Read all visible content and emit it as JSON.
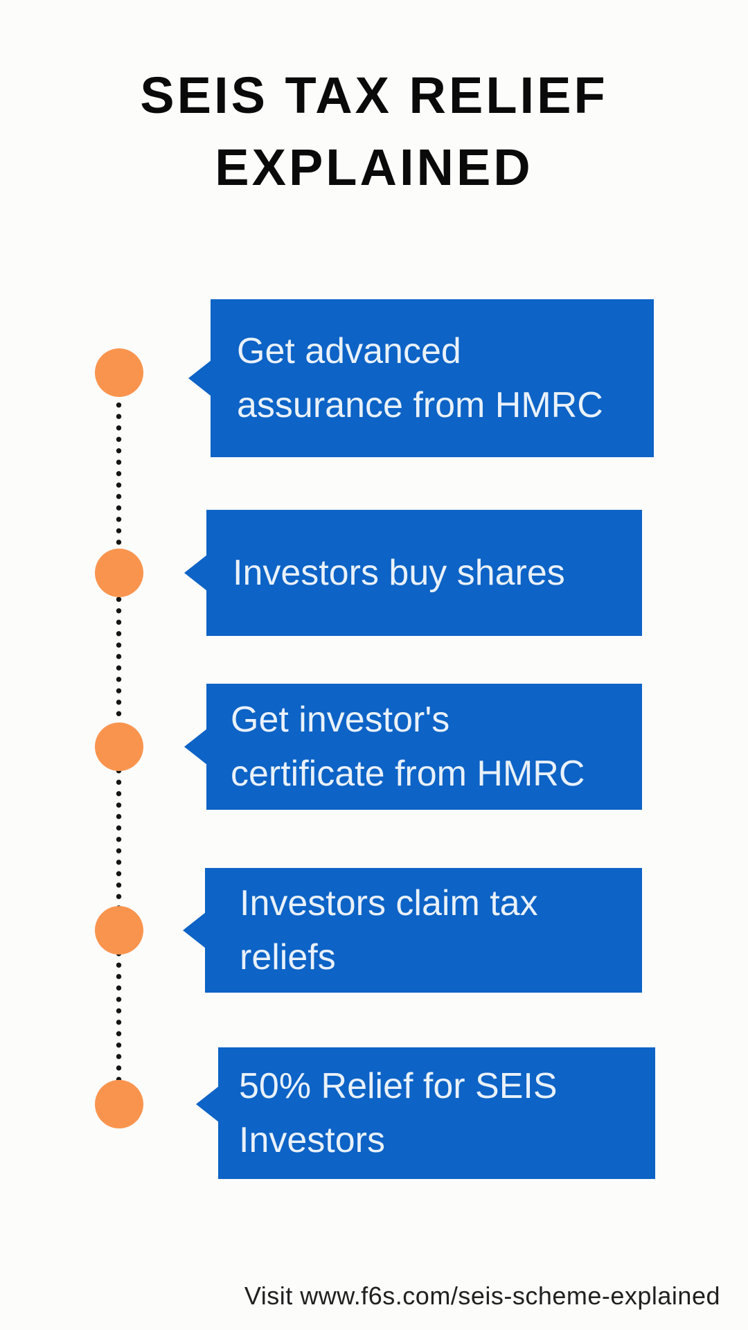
{
  "page": {
    "background": "#FCFCFB"
  },
  "title": {
    "line1": "SEIS TAX RELIEF",
    "line2": "EXPLAINED",
    "color": "#0A0A0A"
  },
  "colors": {
    "box_blue": "#0D63C6",
    "box_text": "#E9F1F9",
    "dot_orange": "#F9944E",
    "timeline_dotted_line": "#151515"
  },
  "steps": [
    {
      "lines": [
        "Get advanced",
        "assurance from HMRC"
      ]
    },
    {
      "lines": [
        "Investors buy shares"
      ]
    },
    {
      "lines": [
        "Get investor's",
        "certificate from HMRC"
      ]
    },
    {
      "lines": [
        "Investors claim tax",
        "reliefs"
      ]
    },
    {
      "lines": [
        "50% Relief for SEIS",
        "Investors"
      ]
    }
  ],
  "footer": {
    "text": "Visit www.f6s.com/seis-scheme-explained"
  }
}
